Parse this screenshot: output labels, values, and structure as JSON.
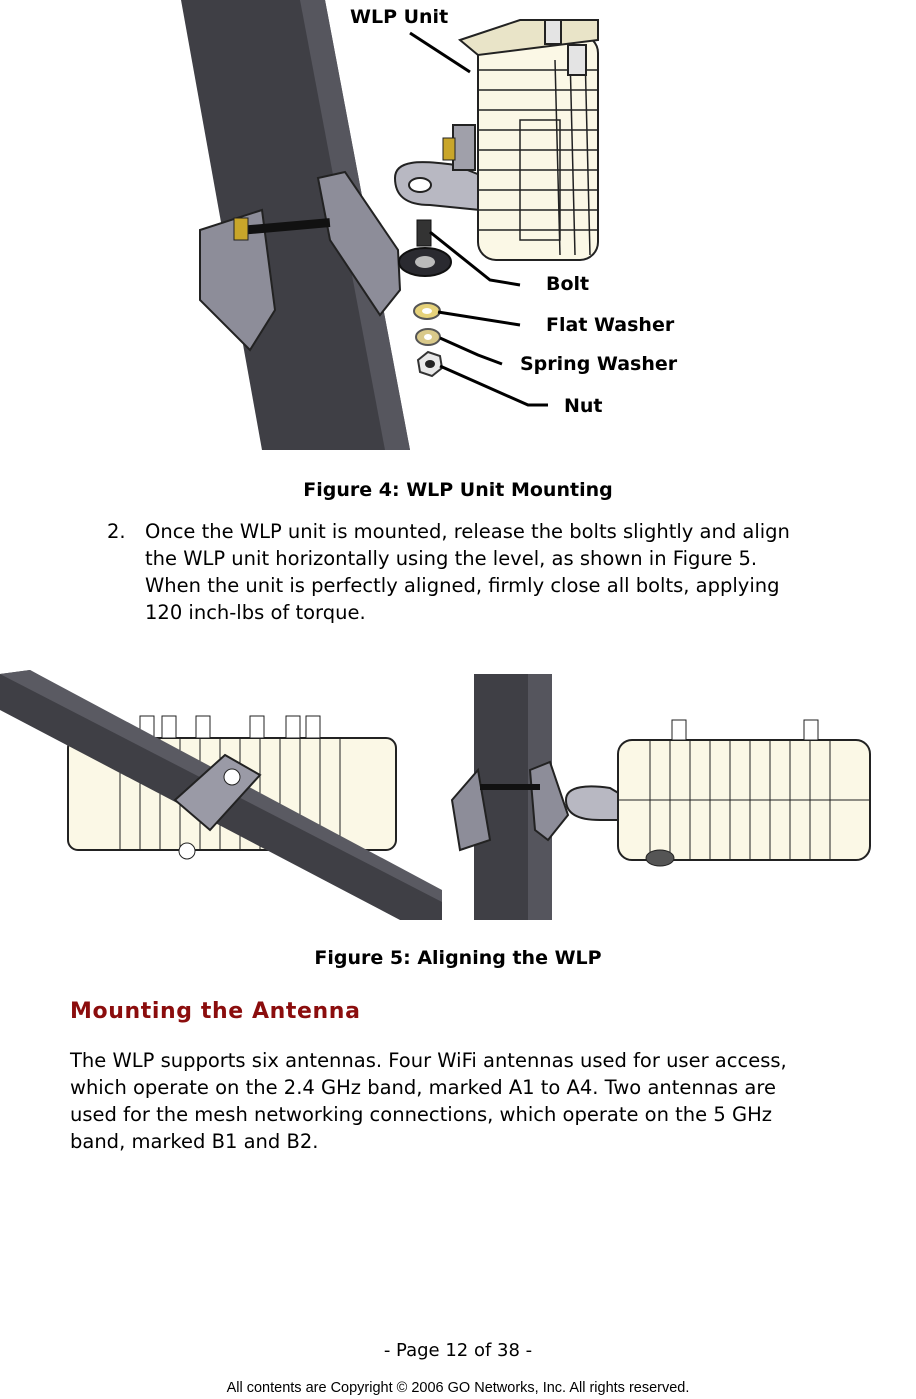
{
  "figure4": {
    "labels": {
      "wlp_unit": "WLP Unit",
      "bolt": "Bolt",
      "flat_washer": "Flat Washer",
      "spring_washer": "Spring Washer",
      "nut": "Nut"
    },
    "caption": "Figure 4: WLP Unit Mounting"
  },
  "step2": {
    "number": "2.",
    "lines": [
      "Once the WLP unit is mounted, release the bolts slightly and align",
      "the WLP unit horizontally using the level, as shown in Figure 5.",
      "When the unit is perfectly aligned, firmly close all bolts, applying",
      "120 inch-lbs of torque."
    ]
  },
  "figure5": {
    "caption": "Figure 5: Aligning the WLP"
  },
  "section": {
    "heading": "Mounting the Antenna",
    "lines": [
      "The WLP supports six antennas. Four WiFi antennas used for user access,",
      "which operate on the 2.4 GHz band, marked A1 to A4. Two antennas are",
      "used for the mesh networking connections, which operate on the 5 GHz",
      "band, marked B1 and B2."
    ]
  },
  "footer": {
    "page": "- Page 12 of 38 -",
    "copyright": "All contents are Copyright © 2006 GO Networks, Inc. All rights reserved."
  }
}
